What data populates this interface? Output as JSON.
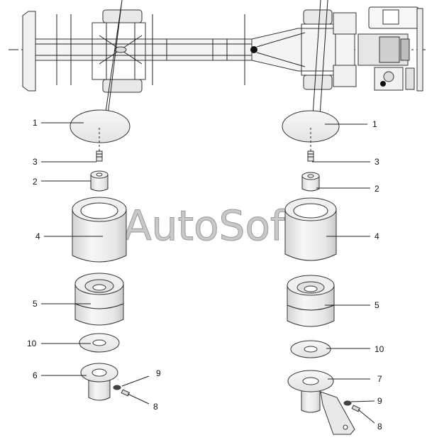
{
  "watermark": "AutoSoft",
  "colors": {
    "background": "#ffffff",
    "line": "#222222",
    "part_fill": "#f2f2f2",
    "part_shade": "#d9d9d9",
    "watermark": "#c8c8c8"
  },
  "callouts": {
    "left": [
      "1",
      "3",
      "2",
      "4",
      "5",
      "10",
      "6",
      "9",
      "8"
    ],
    "right": [
      "1",
      "3",
      "2",
      "4",
      "5",
      "10",
      "7",
      "9",
      "8"
    ]
  }
}
